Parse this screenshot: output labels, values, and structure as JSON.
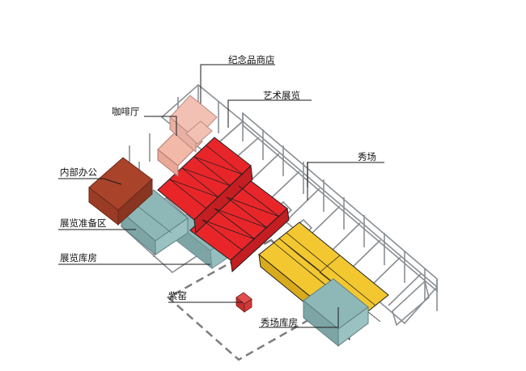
{
  "labels": {
    "souvenir_shop": "纪念品商店",
    "cafe": "咖啡厅",
    "art_exhibition": "艺术展览",
    "internal_office": "内部办公",
    "show_venue": "秀场",
    "exhibition_prep": "展览准备区",
    "exhibition_storage": "展览库房",
    "purple_room": "紫窑",
    "show_storage": "秀场库房"
  },
  "colors": {
    "souvenir_shop": "#f2c1b4",
    "cafe": "#f2b8a8",
    "art_exhibition": "#e8262a",
    "internal_office": "#a9432a",
    "show_venue": "#f3c730",
    "exhibition_prep": "#8eb7b8",
    "exhibition_storage": "#8eb7b8",
    "purple_room": "#d23a3a",
    "show_storage": "#8eb7b8",
    "structure": "#7a7f84",
    "leader": "#1a1a1a"
  }
}
